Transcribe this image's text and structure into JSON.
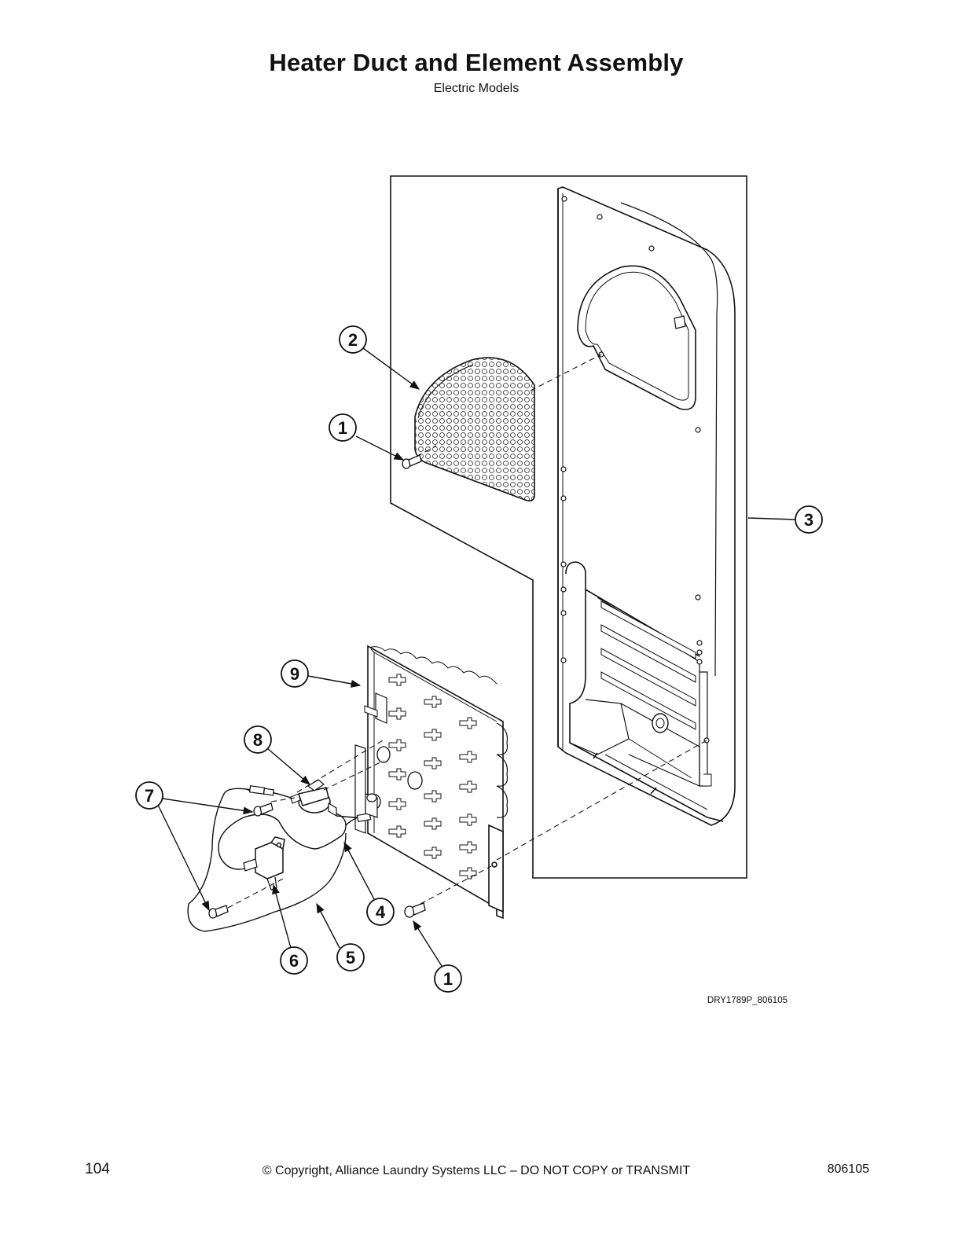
{
  "header": {
    "title": "Heater Duct and Element Assembly",
    "subtitle": "Electric Models"
  },
  "diagram": {
    "callouts": [
      {
        "id": "callout-2",
        "label": "2"
      },
      {
        "id": "callout-1-top",
        "label": "1"
      },
      {
        "id": "callout-3",
        "label": "3"
      },
      {
        "id": "callout-9",
        "label": "9"
      },
      {
        "id": "callout-8",
        "label": "8"
      },
      {
        "id": "callout-7",
        "label": "7"
      },
      {
        "id": "callout-4",
        "label": "4"
      },
      {
        "id": "callout-5",
        "label": "5"
      },
      {
        "id": "callout-6",
        "label": "6"
      },
      {
        "id": "callout-1-bottom",
        "label": "1"
      }
    ],
    "figure_id": "DRY1789P_806105"
  },
  "footer": {
    "page_number": "104",
    "copyright": "© Copyright, Alliance Laundry Systems LLC – DO NOT COPY or TRANSMIT",
    "document_number": "806105"
  }
}
